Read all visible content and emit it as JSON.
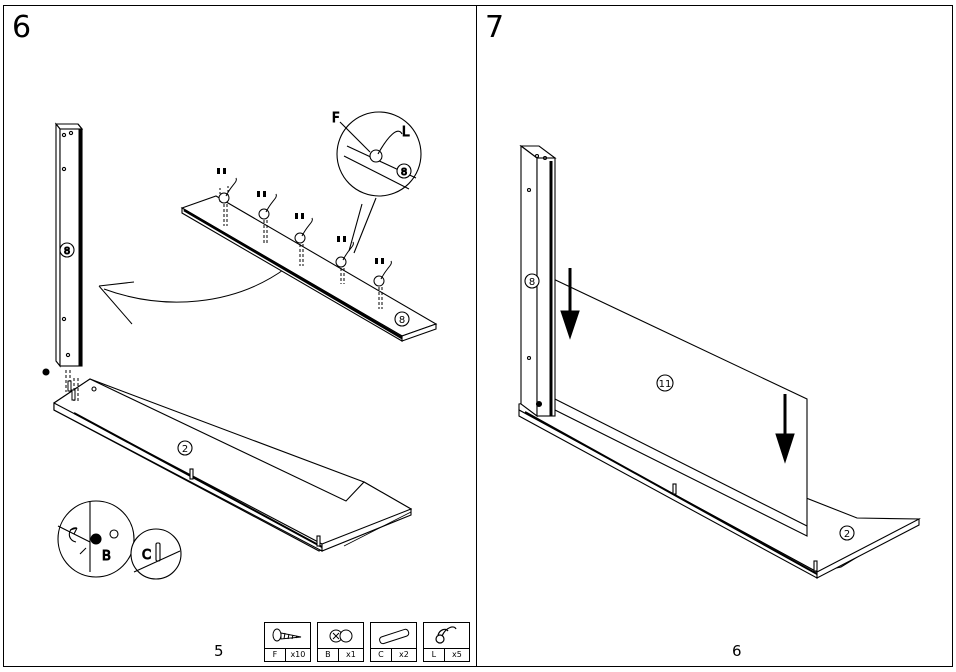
{
  "steps": [
    {
      "number": "6",
      "page_number": "5"
    },
    {
      "number": "7",
      "page_number": "6"
    }
  ],
  "left_labels": {
    "panel_8_a": "8",
    "panel_8_b": "8",
    "panel_8_c": "8",
    "panel_2": "2",
    "callout_F": "F",
    "callout_L": "L",
    "detail_B": "B",
    "detail_C": "C"
  },
  "right_labels": {
    "panel_8": "8",
    "panel_11": "11",
    "panel_2": "2"
  },
  "parts": [
    {
      "code": "F",
      "qty": "x10",
      "icon": "screw-icon"
    },
    {
      "code": "B",
      "qty": "x1",
      "icon": "cam-lock-icon"
    },
    {
      "code": "C",
      "qty": "x2",
      "icon": "dowel-icon"
    },
    {
      "code": "L",
      "qty": "x5",
      "icon": "hook-icon"
    }
  ]
}
